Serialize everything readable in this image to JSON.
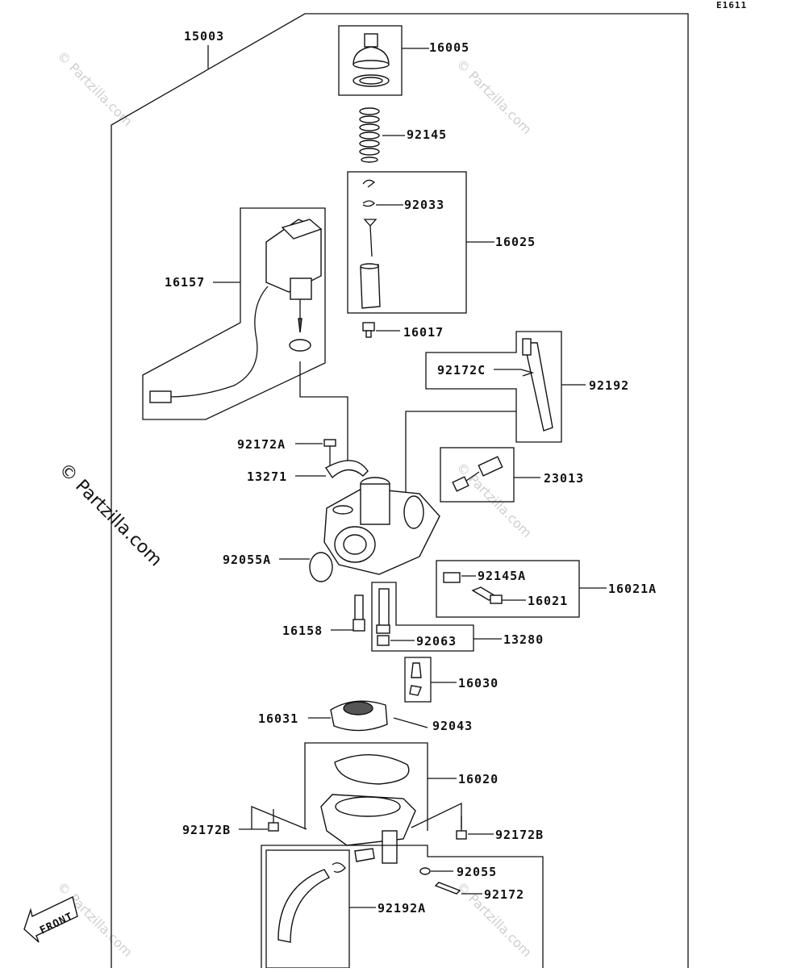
{
  "diagram_code": "E1611",
  "watermark": "© Partzilla.com",
  "front_label": "FRONT",
  "parts": {
    "p15003": "15003",
    "p16005": "16005",
    "p92145": "92145",
    "p92033": "92033",
    "p16025": "16025",
    "p16157": "16157",
    "p16017": "16017",
    "p92172C": "92172C",
    "p92192": "92192",
    "p92172A": "92172A",
    "p13271": "13271",
    "p23013": "23013",
    "p92055A": "92055A",
    "p92145A": "92145A",
    "p16021": "16021",
    "p16021A": "16021A",
    "p16158": "16158",
    "p92063": "92063",
    "p13280": "13280",
    "p16030": "16030",
    "p16031": "16031",
    "p92043": "92043",
    "p16020": "16020",
    "p92172B_left": "92172B",
    "p92172B_right": "92172B",
    "p92055": "92055",
    "p92172": "92172",
    "p92192A": "92192A"
  }
}
